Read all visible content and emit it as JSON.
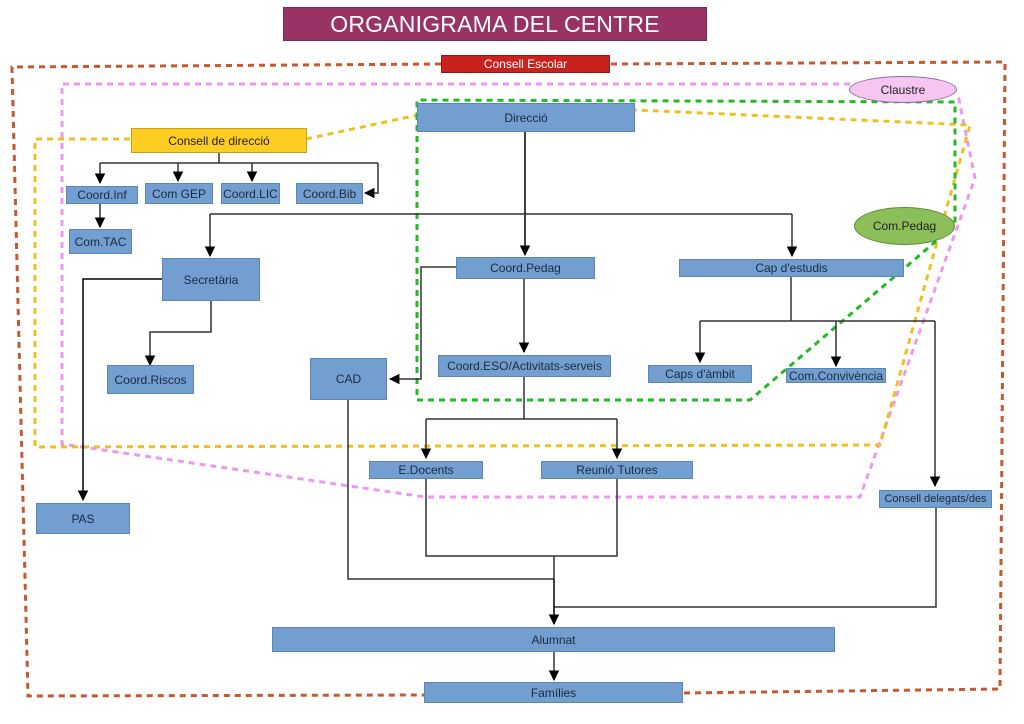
{
  "title": "ORGANIGRAMA DEL CENTRE",
  "nodes": {
    "consell_escolar": "Consell Escolar",
    "claustre": "Claustre",
    "consell_direccio": "Consell de direcció",
    "direccio": "Direcció",
    "coord_inf": "Coord.Inf",
    "com_gep": "Com GEP",
    "coord_lic": "Coord.LIC",
    "coord_bib": "Coord.Bib",
    "com_tac": "Com.TAC",
    "com_pedag": "Com.Pedag",
    "secretaria": "Secretària",
    "coord_pedag": "Coord.Pedag",
    "cap_estudis": "Cap d'estudis",
    "coord_riscos": "Coord.Riscos",
    "cad": "CAD",
    "coord_eso": "Coord.ESO/Activitats-serveis",
    "caps_ambit": "Caps d'àmbit",
    "com_convivencia": "Com.Convivència",
    "e_docents": "E.Docents",
    "reunio_tutores": "Reunió Tutores",
    "pas": "PAS",
    "consell_delegats": "Consell delegats/des",
    "alumnat": "Alumnat",
    "families": "Famílies"
  },
  "colors": {
    "title_bg": "#993366",
    "node_blue": "#729fcf",
    "consell_escolar": "#c9211e",
    "consell_direccio": "#ffcc22",
    "claustre": "#f6c6f1",
    "com_pedag": "#8cbf5a",
    "boundary_consell_escolar": "#c8582d",
    "boundary_claustre": "#ee99ee",
    "boundary_consell_direccio": "#f0c020",
    "boundary_com_pedag": "#22bb22"
  }
}
